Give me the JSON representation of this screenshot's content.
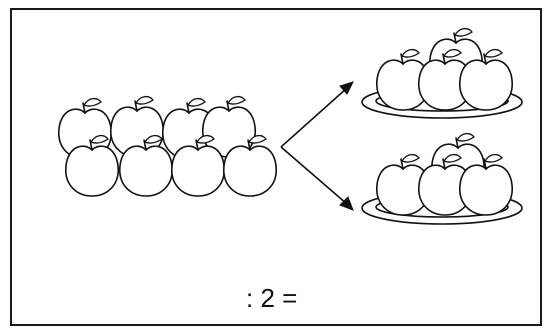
{
  "equation": {
    "operator": ":",
    "divisor": "2",
    "equals": "="
  },
  "groups": {
    "total_apples": 8,
    "plates": 2,
    "apples_per_plate": 4
  },
  "icons": [
    "apple-icon",
    "plate-icon",
    "arrow-icon"
  ],
  "colors": {
    "ink": "#111111",
    "background": "#ffffff"
  }
}
